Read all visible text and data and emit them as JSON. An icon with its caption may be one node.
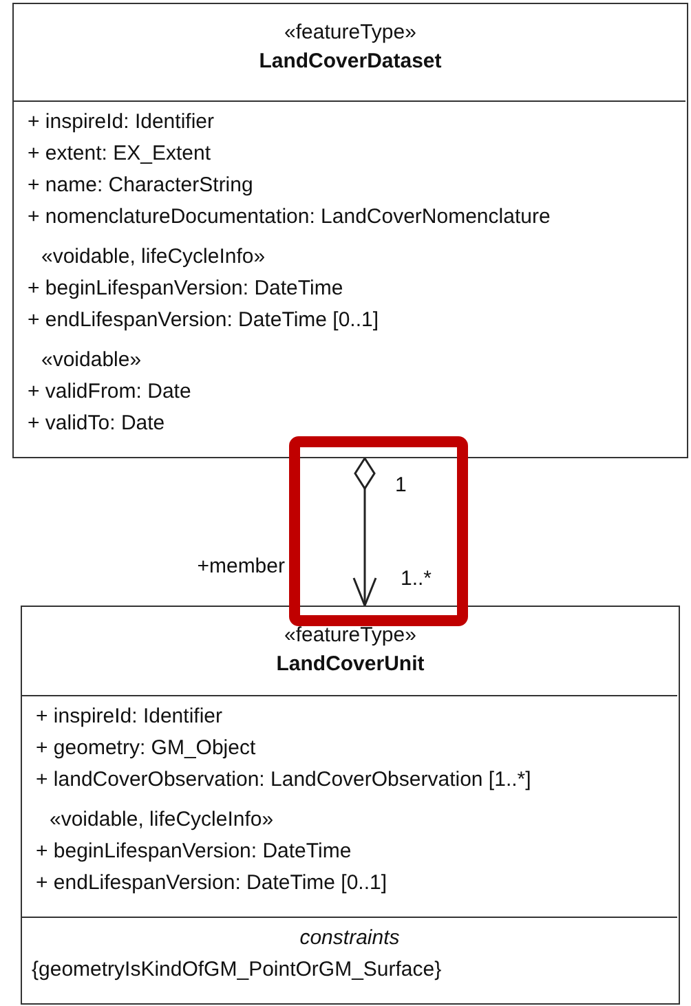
{
  "diagram": {
    "nodes": [
      {
        "text": [
          "«featureType»",
          "LandCoverDataset"
        ]
      },
      {
        "text": [
          "+ inspireId: Identifier",
          "+ extent: EX_Extent",
          "+ name: CharacterString",
          "+ nomenclatureDocumentation: LandCoverNomenclature",
          "«voidable, lifeCycleInfo»",
          "+ beginLifespanVersion: DateTime",
          "+ endLifespanVersion: DateTime [0..1]",
          "«voidable»",
          "+ validFrom: Date",
          "+ validTo: Date"
        ],
        "in": 0
      },
      {
        "text": [
          "«featureType»",
          "LandCoverUnit"
        ]
      },
      {
        "text": [
          "+ inspireId: Identifier",
          "+ geometry: GM_Object",
          "+ landCoverObservation: LandCoverObservation [1..*]",
          "«voidable, lifeCycleInfo»",
          "+ beginLifespanVersion: DateTime",
          "+ endLifespanVersion: DateTime [0..1]"
        ],
        "in": 2
      },
      {
        "text": [
          "constraints",
          "{geometryIsKindOfGM_PointOrGM_Surface}"
        ],
        "in": 2
      }
    ],
    "edges": [
      {
        "from": 0,
        "to": 2,
        "arrow": "to",
        "label": "+member"
      }
    ],
    "labels": [
      "1",
      "1..*"
    ]
  }
}
